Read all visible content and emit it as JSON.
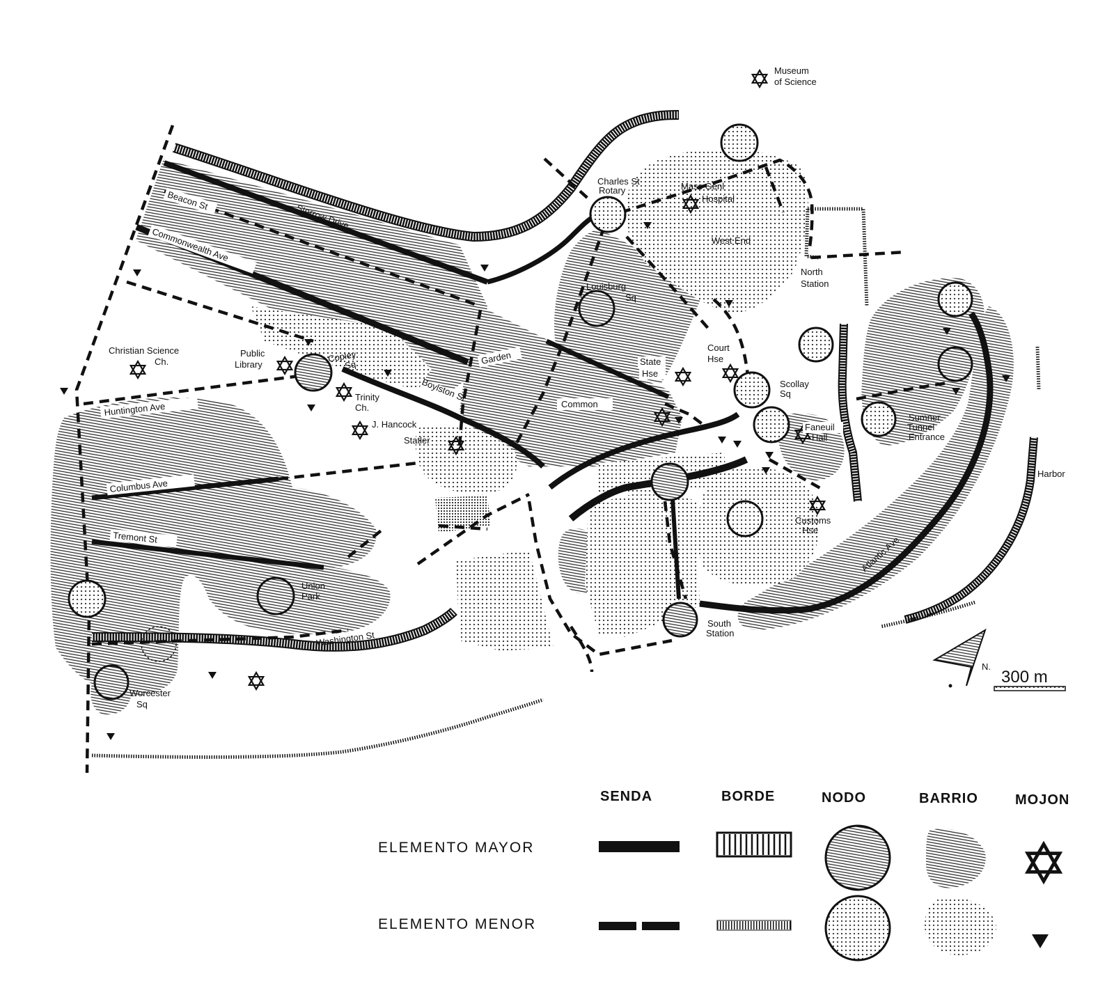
{
  "labels": {
    "museum_science": [
      "Museum",
      "of Science"
    ],
    "charles_rotary": [
      "Charles St",
      "Rotary"
    ],
    "mass_hospital": [
      "Mass Genl",
      "Hospital"
    ],
    "west_end": "West End",
    "north_station": [
      "North",
      "Station"
    ],
    "beacon_st": "Beacon St",
    "storrow_drive": "Storrow Drive",
    "commonwealth_ave": "Commonwealth Ave",
    "louisburg_sq": [
      "Louisburg",
      "Sq"
    ],
    "christian_science": [
      "Christian Science",
      "Ch."
    ],
    "public_library": [
      "Public",
      "Library"
    ],
    "copley_sq": [
      "Copley",
      "Sq"
    ],
    "garden": "Garden",
    "state_hse": [
      "State",
      "Hse"
    ],
    "court_hse": [
      "Court",
      "Hse"
    ],
    "scollay_sq": [
      "Scollay",
      "Sq"
    ],
    "trinity_ch": [
      "Trinity",
      "Ch."
    ],
    "boylston_st": "Boylston St",
    "common": "Common",
    "huntington_ave": "Huntington Ave",
    "j_hancock": "J. Hancock",
    "statler": "Statler",
    "faneuil_hall": [
      "Faneuil",
      "Hall"
    ],
    "sumner_tunnel": [
      "Sumner",
      "Tunnel",
      "Entrance"
    ],
    "harbor": "Harbor",
    "columbus_ave": "Columbus Ave",
    "tremont_st": "Tremont St",
    "customs_hse": [
      "Customs",
      "Hse"
    ],
    "union_park": [
      "Union",
      "Park"
    ],
    "atlantic_ave": "Atlantic Ave",
    "washington_st": "Washington St",
    "south_station": [
      "South",
      "Station"
    ],
    "worcester_sq": [
      "Worcester",
      "Sq"
    ]
  },
  "north_label": "N.",
  "scale_label": "300 m",
  "legend": {
    "columns": [
      "SENDA",
      "BORDE",
      "NODO",
      "BARRIO",
      "MOJON"
    ],
    "rows": [
      "ELEMENTO MAYOR",
      "ELEMENTO MENOR"
    ]
  }
}
